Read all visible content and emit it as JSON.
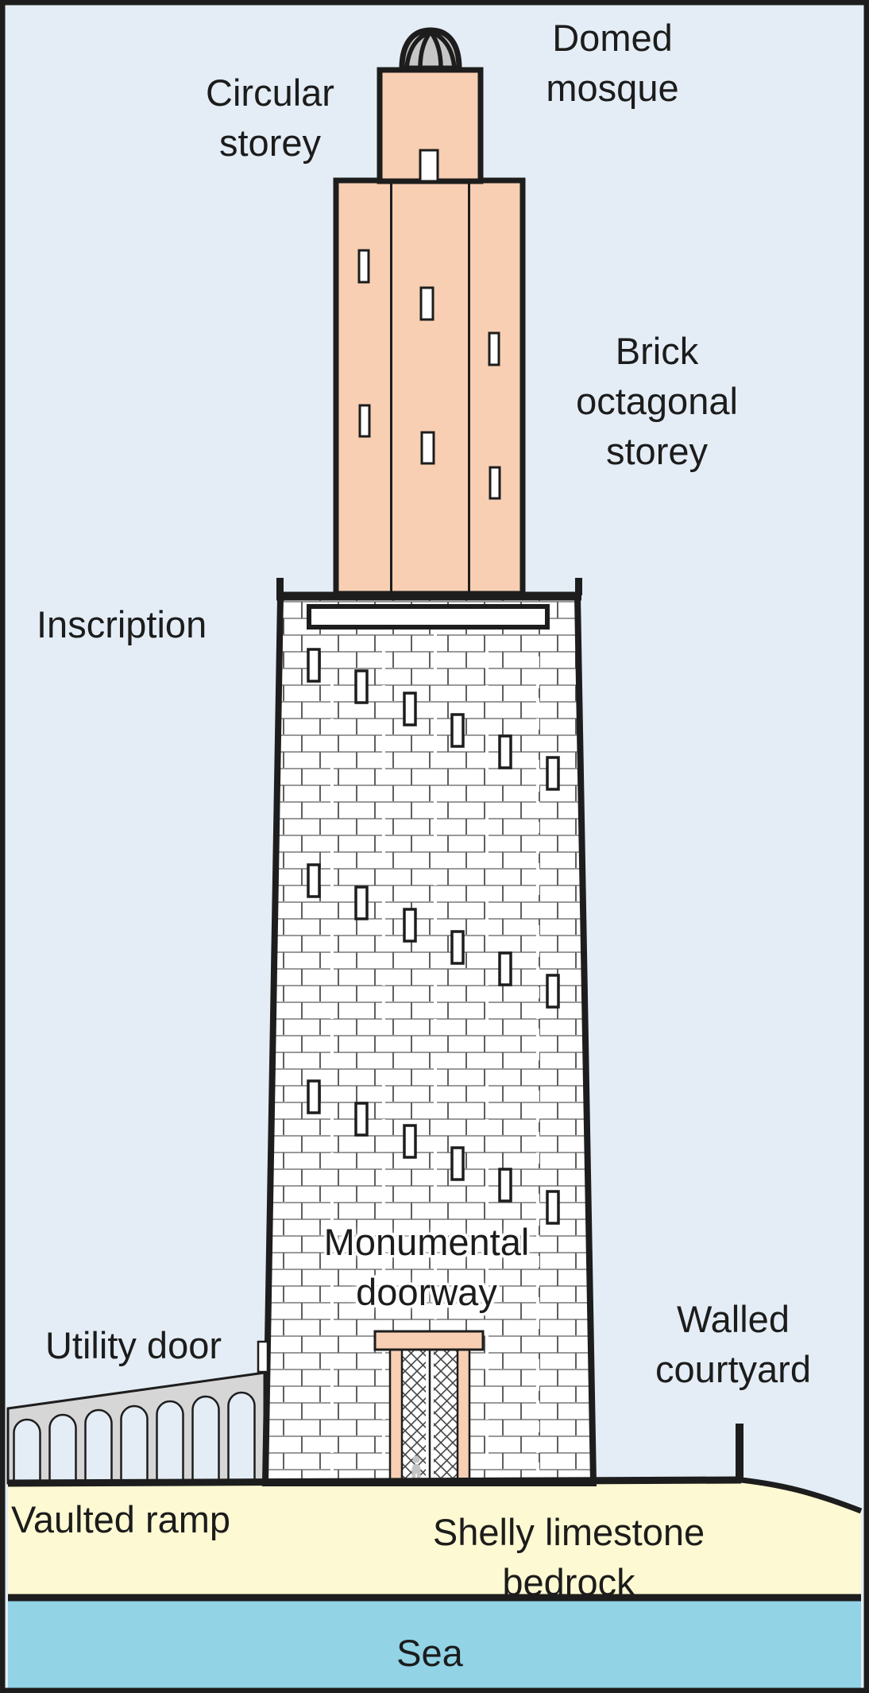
{
  "labels": {
    "domed_mosque": "Domed\nmosque",
    "circular_storey": "Circular\nstorey",
    "brick_octagonal_storey": "Brick\noctagonal\nstorey",
    "inscription": "Inscription",
    "monumental_doorway": "Monumental\ndoorway",
    "utility_door": "Utility door",
    "walled_courtyard": "Walled\ncourtyard",
    "vaulted_ramp": "Vaulted ramp",
    "shelly_limestone_bedrock": "Shelly limestone bedrock",
    "sea": "Sea"
  },
  "colors": {
    "background": "#e4edf5",
    "outline": "#1d1d1d",
    "tower_pink": "#f8cfb3",
    "masonry_white": "#ffffff",
    "mortar_gray": "#9a9a9a",
    "joint_dark": "#5f5f5f",
    "dome_gray": "#c6c6c6",
    "ramp_gray": "#d6d6d6",
    "bedrock_yellow": "#fdf9d2",
    "sea_blue": "#92d3e6",
    "figure_gray": "#c4c4c4"
  }
}
